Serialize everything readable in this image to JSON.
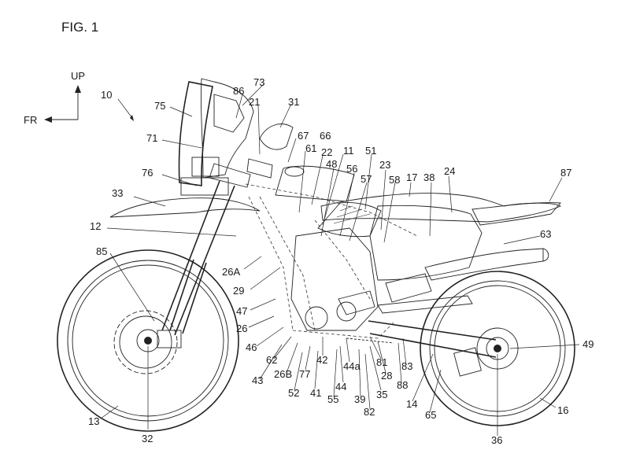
{
  "figure": {
    "title": "FIG. 1",
    "compass": {
      "up": "UP",
      "front": "FR"
    },
    "labels": [
      {
        "id": "10",
        "text": "10"
      },
      {
        "id": "73",
        "text": "73"
      },
      {
        "id": "75",
        "text": "75"
      },
      {
        "id": "86",
        "text": "86"
      },
      {
        "id": "21",
        "text": "21"
      },
      {
        "id": "31",
        "text": "31"
      },
      {
        "id": "71",
        "text": "71"
      },
      {
        "id": "67",
        "text": "67"
      },
      {
        "id": "66",
        "text": "66"
      },
      {
        "id": "61",
        "text": "61"
      },
      {
        "id": "22",
        "text": "22"
      },
      {
        "id": "11",
        "text": "11"
      },
      {
        "id": "51",
        "text": "51"
      },
      {
        "id": "48",
        "text": "48"
      },
      {
        "id": "23",
        "text": "23"
      },
      {
        "id": "56",
        "text": "56"
      },
      {
        "id": "76",
        "text": "76"
      },
      {
        "id": "57",
        "text": "57"
      },
      {
        "id": "58",
        "text": "58"
      },
      {
        "id": "17",
        "text": "17"
      },
      {
        "id": "38",
        "text": "38"
      },
      {
        "id": "24",
        "text": "24"
      },
      {
        "id": "87",
        "text": "87"
      },
      {
        "id": "33",
        "text": "33"
      },
      {
        "id": "12",
        "text": "12"
      },
      {
        "id": "63",
        "text": "63"
      },
      {
        "id": "85",
        "text": "85"
      },
      {
        "id": "26A",
        "text": "26A"
      },
      {
        "id": "29",
        "text": "29"
      },
      {
        "id": "47",
        "text": "47"
      },
      {
        "id": "26",
        "text": "26"
      },
      {
        "id": "46",
        "text": "46"
      },
      {
        "id": "62",
        "text": "62"
      },
      {
        "id": "43",
        "text": "43"
      },
      {
        "id": "26B",
        "text": "26B"
      },
      {
        "id": "77",
        "text": "77"
      },
      {
        "id": "42",
        "text": "42"
      },
      {
        "id": "44a",
        "text": "44a"
      },
      {
        "id": "81",
        "text": "81"
      },
      {
        "id": "28",
        "text": "28"
      },
      {
        "id": "83",
        "text": "83"
      },
      {
        "id": "49",
        "text": "49"
      },
      {
        "id": "52",
        "text": "52"
      },
      {
        "id": "41",
        "text": "41"
      },
      {
        "id": "44",
        "text": "44"
      },
      {
        "id": "35",
        "text": "35"
      },
      {
        "id": "88",
        "text": "88"
      },
      {
        "id": "55",
        "text": "55"
      },
      {
        "id": "39",
        "text": "39"
      },
      {
        "id": "82",
        "text": "82"
      },
      {
        "id": "14",
        "text": "14"
      },
      {
        "id": "65",
        "text": "65"
      },
      {
        "id": "13",
        "text": "13"
      },
      {
        "id": "16",
        "text": "16"
      },
      {
        "id": "32",
        "text": "32"
      },
      {
        "id": "36",
        "text": "36"
      }
    ]
  }
}
